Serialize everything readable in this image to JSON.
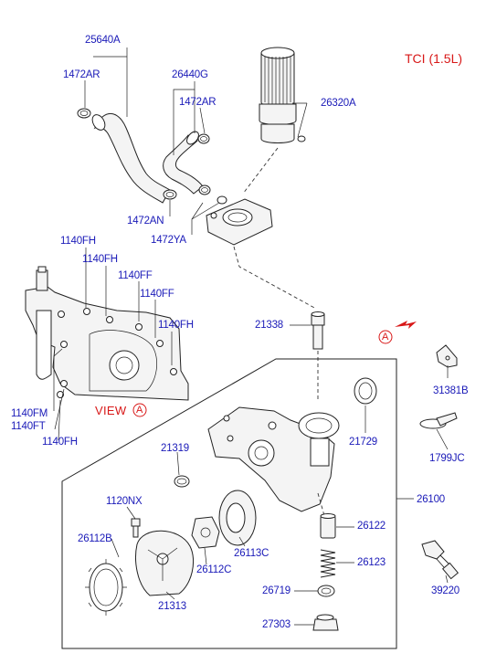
{
  "title": "TCI (1.5L)",
  "view_label": "VIEW",
  "view_marker": "A",
  "marker_a": "A",
  "labels": {
    "p25640A": "25640A",
    "p1472AR_a": "1472AR",
    "p26440G": "26440G",
    "p1472AR_b": "1472AR",
    "p26320A": "26320A",
    "p1472AN": "1472AN",
    "p1472YA": "1472YA",
    "p1140FH_1": "1140FH",
    "p1140FH_2": "1140FH",
    "p1140FF_1": "1140FF",
    "p1140FF_2": "1140FF",
    "p1140FH_3": "1140FH",
    "p1140FM": "1140FM",
    "p1140FT": "1140FT",
    "p1140FH_4": "1140FH",
    "p21338": "21338",
    "p31381B": "31381B",
    "p21729": "21729",
    "p1799JC": "1799JC",
    "p21319": "21319",
    "p26100": "26100",
    "p1120NX": "1120NX",
    "p26122": "26122",
    "p26112B": "26112B",
    "p26113C": "26113C",
    "p26123": "26123",
    "p26112C": "26112C",
    "p26719": "26719",
    "p39220": "39220",
    "p21313": "21313",
    "p27303": "27303"
  },
  "colors": {
    "label": "#1a1ab8",
    "accent": "#d81818",
    "line": "#222222"
  }
}
